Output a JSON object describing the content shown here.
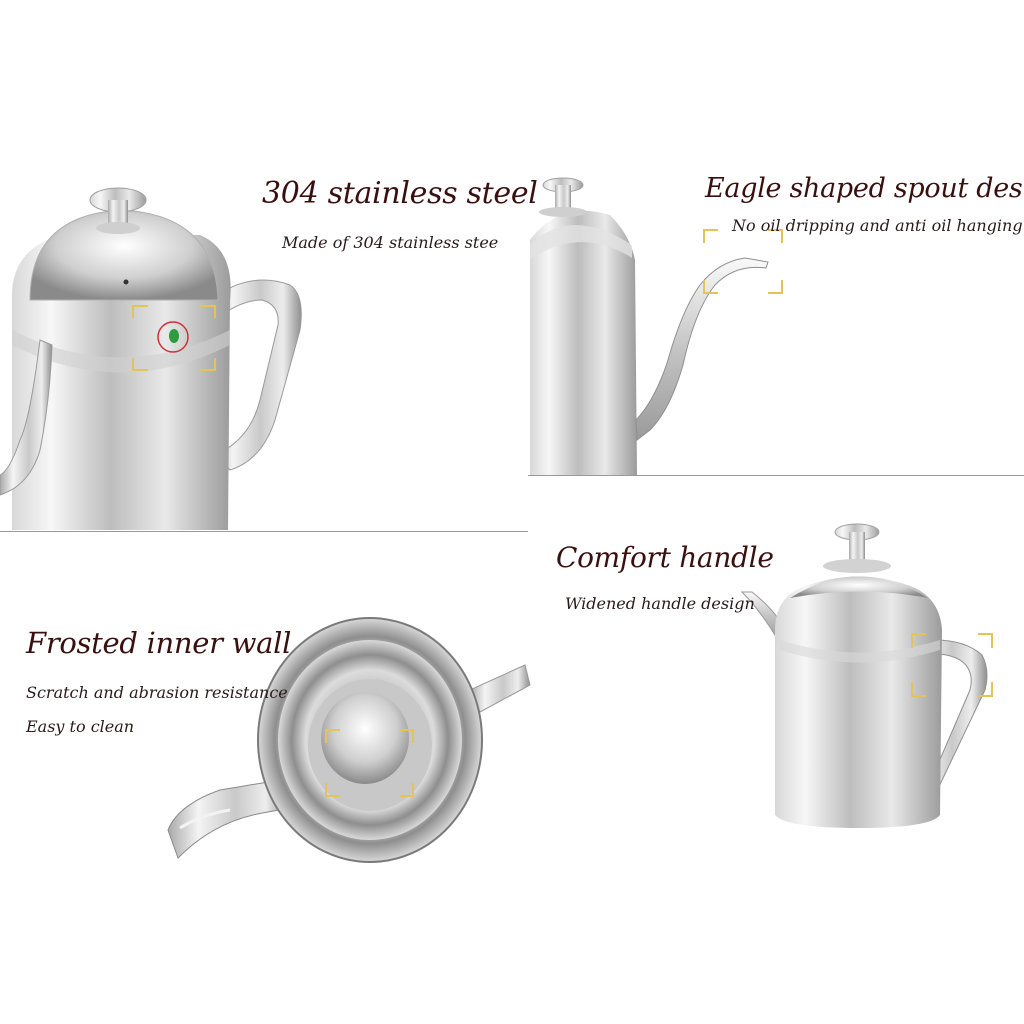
{
  "features": {
    "steel": {
      "title": "304 stainless steel",
      "subtitle": "Made of 304 stainless stee"
    },
    "spout": {
      "title": "Eagle shaped spout design",
      "subtitle": "No oil dripping and anti oil hanging"
    },
    "wall": {
      "title": "Frosted inner wall",
      "lines": [
        "Scratch and abrasion resistance",
        "Easy to clean"
      ]
    },
    "handle": {
      "title": "Comfort handle",
      "subtitle": "Widened handle design"
    }
  },
  "colors": {
    "title_text": "#3a0f0f",
    "marker": "#e6c35a",
    "steel_light": "#f2f2f2",
    "steel_dark": "#8c8c8c",
    "badge_green": "#2e9b3c",
    "badge_ring": "#d23030"
  }
}
